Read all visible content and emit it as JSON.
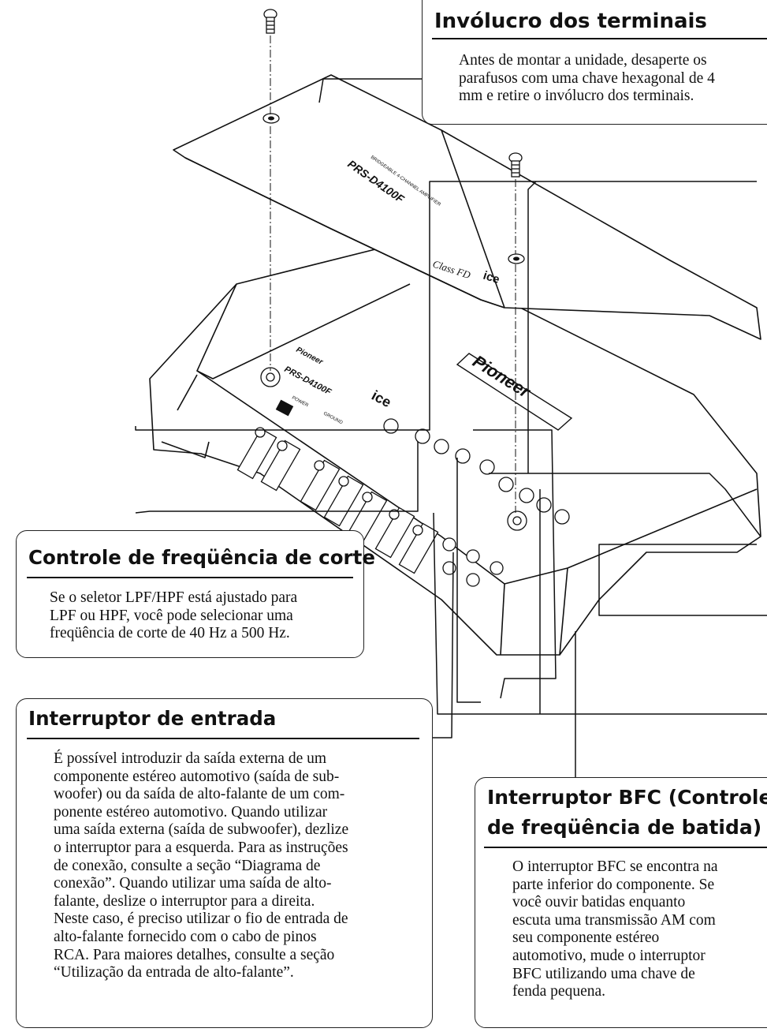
{
  "sections": {
    "terminal_cover": {
      "title": "Invólucro dos terminais",
      "lines": [
        "Antes de montar a unidade, desaperte os",
        "parafusos com uma chave hexagonal de 4",
        "mm e retire o invólucro dos terminais."
      ]
    },
    "cutoff": {
      "title": "Controle de freqüência de corte",
      "lines": [
        "Se o seletor LPF/HPF está ajustado para",
        "LPF ou HPF, você pode selecionar uma",
        "freqüência de corte de 40 Hz a 500 Hz."
      ]
    },
    "input_switch": {
      "title": "Interruptor de entrada",
      "lines": [
        "É possível introduzir da saída externa de um",
        "componente estéreo automotivo (saída de sub-",
        "woofer) ou da saída de alto-falante de um com-",
        "ponente estéreo automotivo. Quando utilizar",
        "uma saída externa (saída de subwoofer), dezlize",
        "o interruptor para a esquerda. Para as instruções",
        "de conexão, consulte a seção “Diagrama de",
        "conexão”. Quando utilizar uma saída de alto-",
        "falante, deslize o interruptor para a direita.",
        "Neste caso, é preciso utilizar o fio de entrada de",
        "alto-falante fornecido com o cabo de pinos",
        "RCA. Para maiores detalhes, consulte a seção",
        "“Utilização da entrada de alto-falante”."
      ]
    },
    "bfc": {
      "title_line1": "Interruptor BFC (Controle",
      "title_line2": "de freqüência de batida)",
      "lines": [
        "O interruptor BFC se encontra na",
        "parte inferior do componente. Se",
        "você ouvir batidas enquanto",
        "escuta uma transmissão AM com",
        "seu componente estéreo",
        "automotivo, mude o interruptor",
        "BFC utilizando uma chave de",
        "fenda pequena."
      ]
    }
  },
  "product": {
    "brand": "Pioneer",
    "model": "PRS-D4100F",
    "series_label": "BRIDGEABLE 4-CHANNEL AMPLIFIER",
    "class_label": "Class FD",
    "ice_label": "ice",
    "power_label": "POWER",
    "ground_label": "GROUND"
  }
}
